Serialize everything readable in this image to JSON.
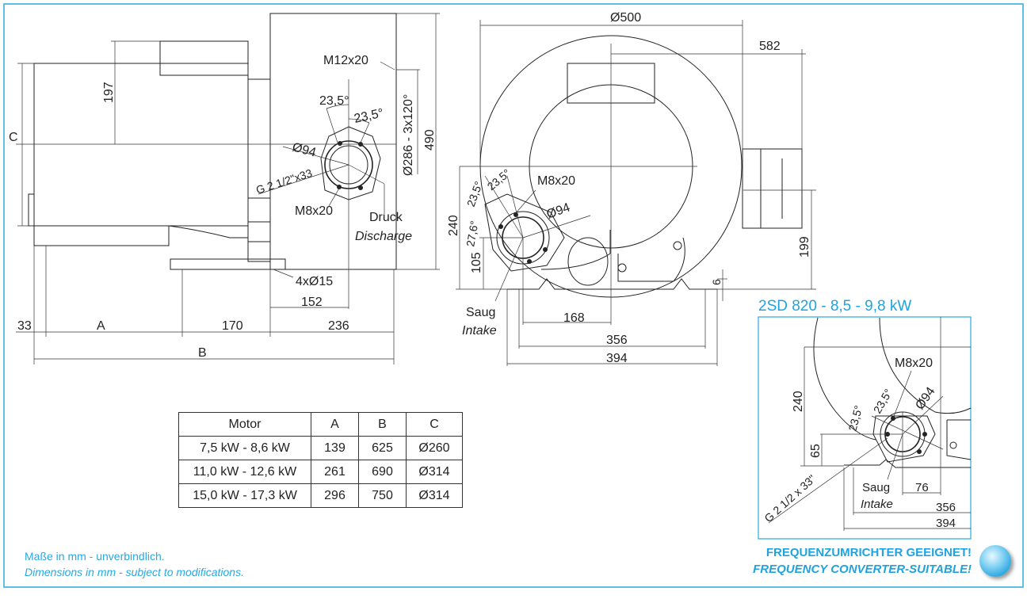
{
  "side_view": {
    "dim_197": "197",
    "dim_C": "C",
    "thread_m12": "M12x20",
    "angle_1": "23,5°",
    "angle_2": "23,5°",
    "dia_94": "Ø94",
    "thread_g": "G 2 1/2\"x33",
    "thread_m8": "M8x20",
    "druck": "Druck",
    "discharge": "Discharge",
    "bolt_circle": "Ø286 - 3x120°",
    "dim_490": "490",
    "holes": "4xØ15",
    "dim_152": "152",
    "dim_33": "33",
    "dim_A": "A",
    "dim_170": "170",
    "dim_236": "236",
    "dim_B": "B"
  },
  "front_view": {
    "dia_500": "Ø500",
    "dim_582": "582",
    "thread_m8": "M8x20",
    "angle_a": "23,5°",
    "angle_b": "23,5°",
    "angle_c": "27,6°",
    "dia_94": "Ø94",
    "dim_240": "240",
    "dim_105": "105",
    "dim_199": "199",
    "dim_6": "6",
    "saug": "Saug",
    "intake": "Intake",
    "dim_168": "168",
    "dim_356": "356",
    "dim_394": "394"
  },
  "inset": {
    "title": "2SD 820 - 8,5 - 9,8 kW",
    "thread_m8": "M8x20",
    "angle_a": "23,5°",
    "angle_b": "23,5°",
    "dia_94": "Ø94",
    "dim_240": "240",
    "dim_65": "65",
    "thread_g": "G 2 1/2 x 33\"",
    "saug": "Saug",
    "intake": "Intake",
    "dim_76": "76",
    "dim_356": "356",
    "dim_394": "394"
  },
  "motor_table": {
    "headers": [
      "Motor",
      "A",
      "B",
      "C"
    ],
    "rows": [
      [
        "7,5 kW - 8,6 kW",
        "139",
        "625",
        "Ø260"
      ],
      [
        "11,0 kW - 12,6 kW",
        "261",
        "690",
        "Ø314"
      ],
      [
        "15,0 kW - 17,3 kW",
        "296",
        "750",
        "Ø314"
      ]
    ]
  },
  "notes": {
    "de": "Maße in mm - unverbindlich.",
    "en": "Dimensions in mm - subject to modifications."
  },
  "badge": {
    "de": "FREQUENZUMRICHTER GEEIGNET!",
    "en": "FREQUENCY CONVERTER-SUITABLE!",
    "icon": "blue-sphere-icon"
  },
  "colors": {
    "accent": "#1fa3e0",
    "frame": "#29a9e0",
    "line": "#222222"
  }
}
